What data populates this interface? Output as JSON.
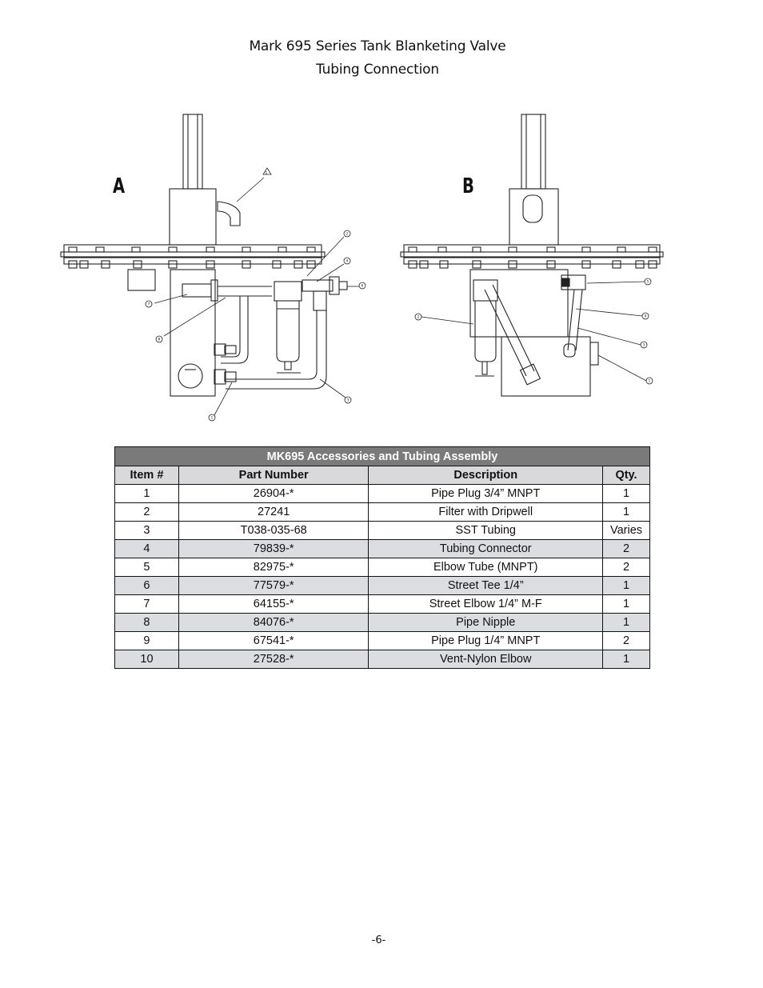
{
  "page": {
    "title_line1": "Mark 695 Series Tank Blanketing Valve",
    "title_line2": "Tubing Connection",
    "figure_a_label": "A",
    "figure_b_label": "B",
    "page_number": "-6-"
  },
  "figure_a_callouts": [
    "2",
    "4",
    "6",
    "7",
    "8",
    "1",
    "1",
    "3"
  ],
  "figure_b_callouts": [
    "5",
    "2",
    "9",
    "3",
    "1"
  ],
  "table": {
    "caption": "MK695 Accessories and Tubing Assembly",
    "headers": [
      "Item #",
      "Part Number",
      "Description",
      "Qty."
    ],
    "rows": [
      [
        "1",
        "26904-*",
        "Pipe Plug 3/4” MNPT",
        "1"
      ],
      [
        "2",
        "27241",
        "Filter with Dripwell",
        "1"
      ],
      [
        "3",
        "T038-035-68",
        "SST Tubing",
        "Varies"
      ],
      [
        "4",
        "79839-*",
        "Tubing Connector",
        "2"
      ],
      [
        "5",
        "82975-*",
        "Elbow Tube (MNPT)",
        "2"
      ],
      [
        "6",
        "77579-*",
        "Street Tee 1/4”",
        "1"
      ],
      [
        "7",
        "64155-*",
        "Street Elbow 1/4” M-F",
        "1"
      ],
      [
        "8",
        "84076-*",
        "Pipe Nipple",
        "1"
      ],
      [
        "9",
        "67541-*",
        "Pipe Plug 1/4” MNPT",
        "2"
      ],
      [
        "10",
        "27528-*",
        "Vent-Nylon Elbow",
        "1"
      ]
    ]
  }
}
